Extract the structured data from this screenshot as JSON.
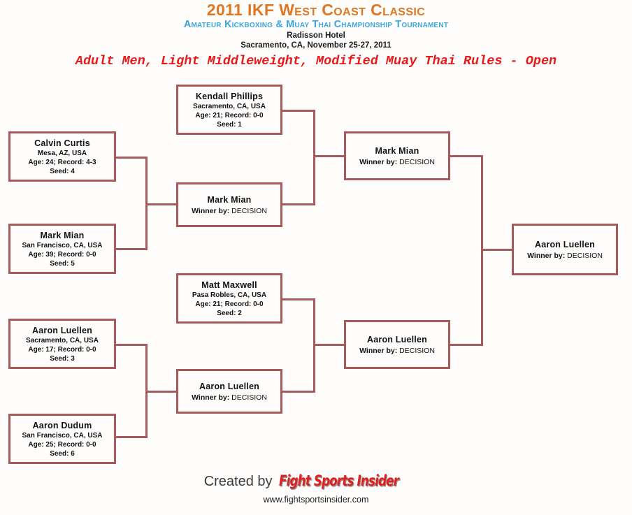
{
  "header": {
    "title_main": "2011 IKF West Coast Classic",
    "title_sub": "Amateur Kickboxing & Muay Thai Championship Tournament",
    "venue_name": "Radisson Hotel",
    "venue_date": "Sacramento, CA, November 25-27, 2011",
    "division": "Adult Men, Light Middleweight, Modified Muay Thai Rules - Open"
  },
  "colors": {
    "title_orange": "#DD7722",
    "subtitle_blue": "#3BA6DC",
    "division_red": "#E81B1B",
    "box_border": "#A8595C",
    "connector": "#A35B5E",
    "brand_red": "#E02020"
  },
  "labels": {
    "winner_by_prefix": "Winner by:",
    "age_prefix": "Age:",
    "record_prefix": "Record:",
    "seed_prefix": "Seed:"
  },
  "bracket": {
    "round1": [
      {
        "name": "Calvin  Curtis",
        "location": "Mesa, AZ, USA",
        "stats": "Age: 24; Record: 4-3",
        "seed": "Seed: 4"
      },
      {
        "name": "Mark  Mian",
        "location": "San Francisco, CA, USA",
        "stats": "Age: 39; Record: 0-0",
        "seed": "Seed: 5"
      },
      {
        "name": "Aaron  Luellen",
        "location": "Sacramento, CA, USA",
        "stats": "Age: 17; Record: 0-0",
        "seed": "Seed: 3"
      },
      {
        "name": "Aaron  Dudum",
        "location": "San Francisco, CA, USA",
        "stats": "Age: 25; Record: 0-0",
        "seed": "Seed: 6"
      }
    ],
    "round2": [
      {
        "name": "Kendall Phillips",
        "location": "Sacramento, CA, USA",
        "stats": "Age: 21; Record: 0-0",
        "seed": "Seed: 1"
      },
      {
        "name": "Mark  Mian",
        "result": "DECISION"
      },
      {
        "name": "Matt Maxwell",
        "location": "Pasa Robles, CA, USA",
        "stats": "Age: 21; Record: 0-0",
        "seed": "Seed: 2"
      },
      {
        "name": "Aaron  Luellen",
        "result": "DECISION"
      }
    ],
    "round3": [
      {
        "name": "Mark  Mian",
        "result": "DECISION"
      },
      {
        "name": "Aaron  Luellen",
        "result": "DECISION"
      }
    ],
    "final": [
      {
        "name": "Aaron  Luellen",
        "result": "DECISION"
      }
    ]
  },
  "footer": {
    "credit_label": "Created by",
    "brand_name": "Fight Sports Insider",
    "brand_url": "www.fightsportsinsider.com"
  }
}
